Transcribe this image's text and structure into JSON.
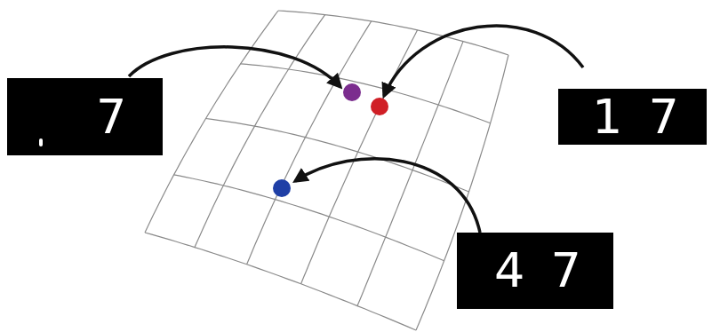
{
  "diagram": {
    "nodes": [
      {
        "text": [
          "7"
        ]
      },
      {
        "text": [
          "1 7"
        ]
      },
      {
        "text": [
          "4 7"
        ]
      }
    ]
  }
}
